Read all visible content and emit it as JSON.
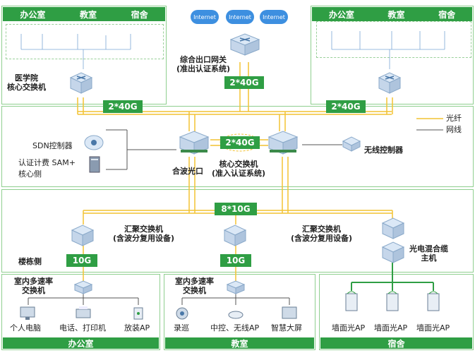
{
  "top_left": {
    "tabs": [
      "办公室",
      "教室",
      "宿舍"
    ],
    "switch_label": [
      "医学院",
      "核心交换机"
    ]
  },
  "top_right": {
    "tabs": [
      "办公室",
      "教室",
      "宿舍"
    ]
  },
  "internet_labels": [
    "Internet",
    "Internet",
    "Internet"
  ],
  "gateway_label": [
    "综合出口网关",
    "(准出认证系统)"
  ],
  "links": {
    "gateway": "2*40G",
    "left": "2*40G",
    "right": "2*40G",
    "core": "2*40G",
    "down": "8*10G",
    "left_agg": "10G",
    "mid_agg": "10G"
  },
  "legend": {
    "fiber": "光纤",
    "cable": "网线"
  },
  "core_side": {
    "sdn": "SDN控制器",
    "sam": "认证计费 SAM+",
    "side": "核心侧"
  },
  "core_labels": {
    "wave": "合波光口",
    "core": [
      "核心交换机",
      "(准入认证系统)"
    ],
    "wireless": "无线控制器"
  },
  "building": {
    "agg_left": [
      "汇聚交换机",
      "(含波分复用设备)"
    ],
    "agg_right": [
      "汇聚交换机",
      "(含波分复用设备)"
    ],
    "side": "楼栋侧",
    "hybrid": [
      "光电混合缆",
      "主机"
    ]
  },
  "office": {
    "switch": [
      "室内多速率",
      "交换机"
    ],
    "pc": "个人电脑",
    "phone": "电话、打印机",
    "ap": "放装AP",
    "footer": "办公室"
  },
  "classroom": {
    "switch": [
      "室内多速率",
      "交换机"
    ],
    "record": "录巡",
    "ctrl": "中控、无线AP",
    "screen": "智慧大屏",
    "footer": "教室"
  },
  "dorm": {
    "ap1": "墙面光AP",
    "ap2": "墙面光AP",
    "ap3": "墙面光AP",
    "footer": "宿舍"
  },
  "colors": {
    "green": "#2f9e44",
    "fiber": "#f2c232",
    "cable": "#555555",
    "cloud": "#3d8fe0"
  }
}
